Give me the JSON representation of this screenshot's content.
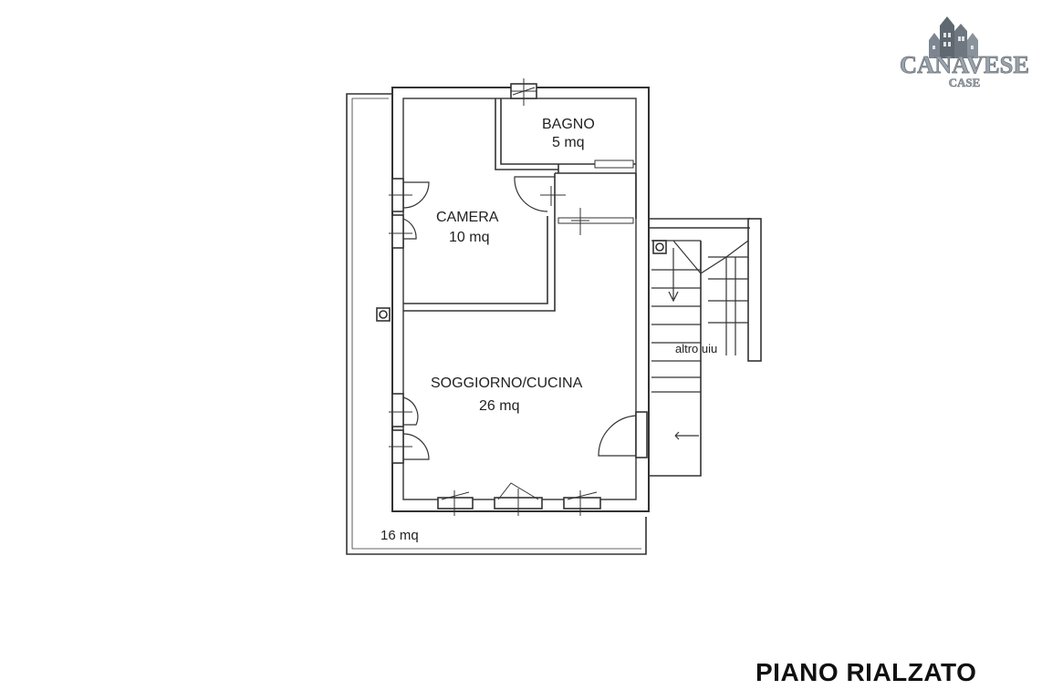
{
  "logo": {
    "name": "CANAVESE",
    "sub": "CASE"
  },
  "rooms": {
    "bagno": {
      "name": "BAGNO",
      "area": "5 mq"
    },
    "camera": {
      "name": "CAMERA",
      "area": "10 mq"
    },
    "soggiorno": {
      "name": "SOGGIORNO/CUCINA",
      "area": "26 mq"
    },
    "terrace": {
      "area": "16 mq"
    }
  },
  "stair_note": "altro uiu",
  "floor_title": "PIANO RIALZATO"
}
